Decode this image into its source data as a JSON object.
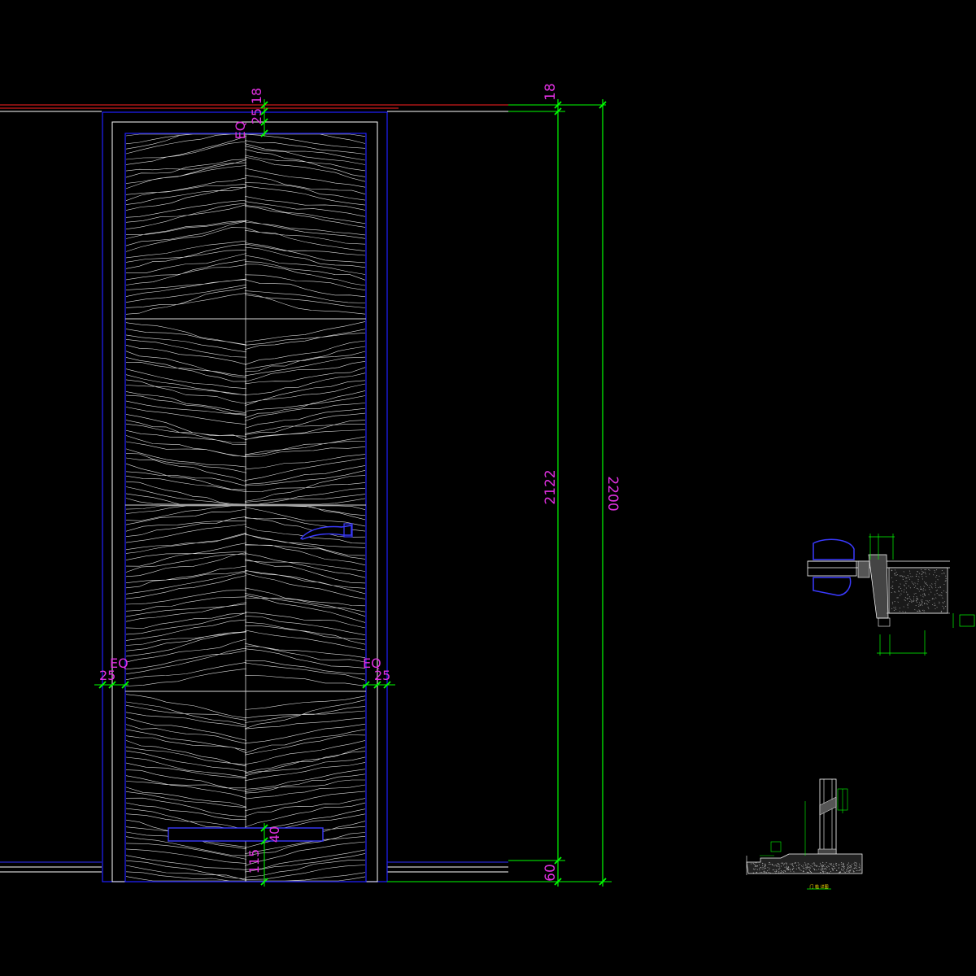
{
  "elevation": {
    "overall_height_label": "2200",
    "leaf_height_label": "2122",
    "top_gap_label": "18",
    "bottom_gap_label": "60",
    "top_labels": [
      "18",
      "25",
      "EQ"
    ],
    "side_left": [
      "EQ",
      "25"
    ],
    "side_right": [
      "EQ",
      "25"
    ],
    "kick_plate_height_label": "40",
    "kick_plate_offset_label": "115"
  },
  "details": {
    "detail_1_label": "",
    "detail_2_caption": "门 槛 详图"
  },
  "colors": {
    "background": "#000000",
    "frame": "#0000ff",
    "dimension_line": "#00ff00",
    "dimension_text": "#e030e0",
    "grain": "#d9d9d9",
    "wall_line_red": "#ff2020"
  }
}
